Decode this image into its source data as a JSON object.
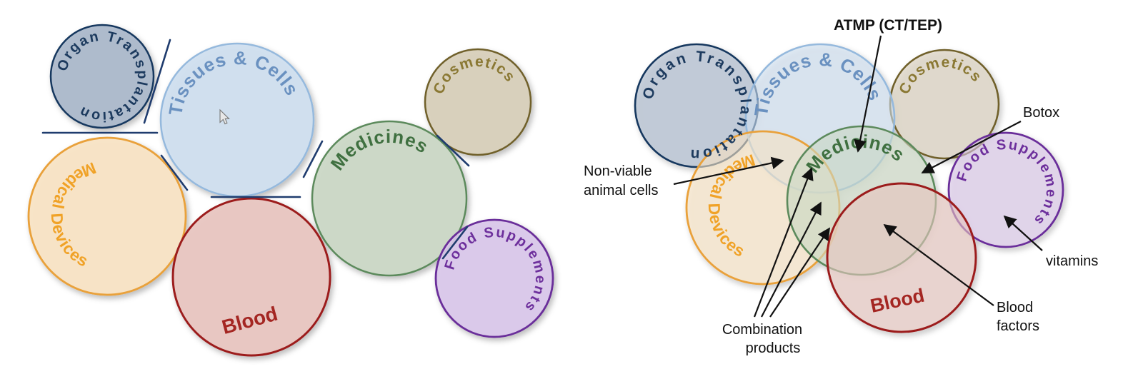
{
  "colors": {
    "background": "#ffffff",
    "divider": "#1f3c6e",
    "arrow": "#111111",
    "annotation_text": "#111111",
    "cursor_fill": "#e8e8e8",
    "cursor_stroke": "#777777"
  },
  "circles": {
    "organ": {
      "label": "Organ Transplantation",
      "fill": "#aab9cb",
      "stroke": "#17375e",
      "text_color": "#1c3a5e"
    },
    "tissues": {
      "label": "Tissues & Cells",
      "fill": "#cfdff0",
      "stroke": "#95b9dd",
      "text_color": "#6a91c0"
    },
    "cosmetics": {
      "label": "Cosmetics",
      "fill": "#d8cfba",
      "stroke": "#6f602b",
      "text_color": "#8a7833"
    },
    "medicines": {
      "label": "Medicines",
      "fill": "#cbd8c5",
      "stroke": "#5c8a5c",
      "text_color": "#3f7040"
    },
    "devices": {
      "label": "Medical Devices",
      "fill": "#f8e4c4",
      "stroke": "#e9a13b",
      "text_color": "#f0a227"
    },
    "blood": {
      "label": "Blood",
      "fill": "#e8c6c0",
      "stroke": "#9c1f1f",
      "text_color": "#a42622"
    },
    "food": {
      "label": "Food Supplements",
      "fill": "#dac8ea",
      "stroke": "#6a2f9a",
      "text_color": "#6d2f9c"
    }
  },
  "annotations": {
    "atmp": {
      "label": "ATMP (CT/TEP)"
    },
    "botox": {
      "label": "Botox"
    },
    "non_viable": {
      "line1": "Non-viable",
      "line2": "animal cells"
    },
    "combination": {
      "line1": "Combination",
      "line2": "products"
    },
    "blood_factors": {
      "line1": "Blood",
      "line2": "factors"
    },
    "vitamins": {
      "label": "vitamins"
    }
  }
}
